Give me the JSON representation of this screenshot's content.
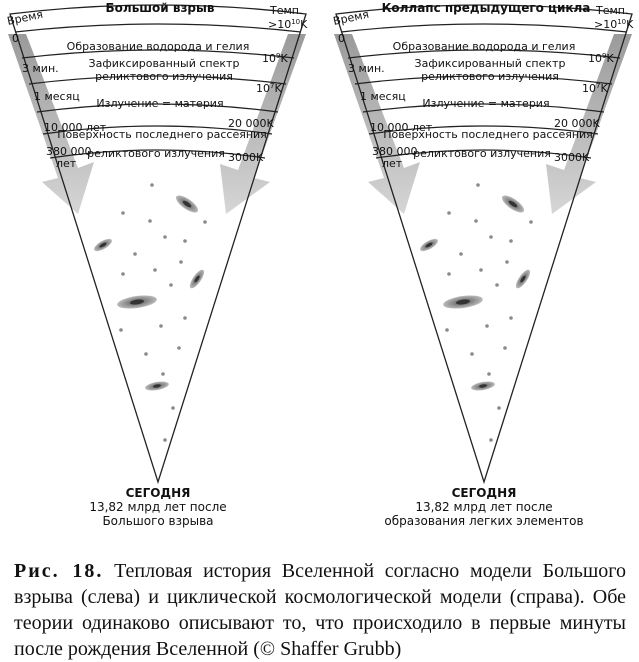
{
  "panels": [
    {
      "title": "Большой взрыв",
      "time_axis_label": "Время",
      "temp_axis_label": "Темп.",
      "rows": [
        {
          "time": "0",
          "text": "Образование водорода и гелия",
          "temp": ">10",
          "temp_exp": "10",
          "temp_unit": "K"
        },
        {
          "time": "3 мин.",
          "text_line1": "Зафиксированный спектр",
          "text_line2": "реликтового излучения",
          "temp": "10",
          "temp_exp": "9",
          "temp_unit": "K"
        },
        {
          "time": "1 месяц",
          "text": "Излучение = материя",
          "temp": "10",
          "temp_exp": "7",
          "temp_unit": "K"
        },
        {
          "time": "10 000 лет",
          "text": "Поверхность последнего рассеяния",
          "temp": "20 000K"
        },
        {
          "time_line1": "380 000",
          "time_line2": "лет",
          "text": "реликтового излучения",
          "temp": "3000K"
        }
      ],
      "today_label": "СЕГОДНЯ",
      "today_line1": "13,82 млрд лет после",
      "today_line2": "Большого взрыва"
    },
    {
      "title": "Коллапс предыдущего цикла",
      "time_axis_label": "Время",
      "temp_axis_label": "Темп.",
      "rows": [
        {
          "time": "0",
          "text": "Образование водорода и гелия",
          "temp": ">10",
          "temp_exp": "10",
          "temp_unit": "K"
        },
        {
          "time": "3 мин.",
          "text_line1": "Зафиксированный спектр",
          "text_line2": "реликтового излучения",
          "temp": "10",
          "temp_exp": "9",
          "temp_unit": "K"
        },
        {
          "time": "1 месяц",
          "text": "Излучение = материя",
          "temp": "10",
          "temp_exp": "7",
          "temp_unit": "K"
        },
        {
          "time": "10 000 лет",
          "text": "Поверхность последнего рассеяния",
          "temp": "20 000K"
        },
        {
          "time_line1": "380 000",
          "time_line2": "лет",
          "text": "реликтового излучения",
          "temp": "3000K"
        }
      ],
      "today_label": "СЕГОДНЯ",
      "today_line1": "13,82 млрд лет после",
      "today_line2": "образования легких элементов"
    }
  ],
  "caption": {
    "label": "Рис. 18.",
    "text": " Тепловая история Вселенной согласно модели Большого взрыва (слева) и циклической космологической модели (справа). Обе теории одинаково описывают то, что происходило в первые минуты после рождения Вселенной (© Shaffer Grubb)"
  },
  "colors": {
    "arrow": "#c8c8c8",
    "dots": "#8a8a8a",
    "line": "#222222"
  }
}
